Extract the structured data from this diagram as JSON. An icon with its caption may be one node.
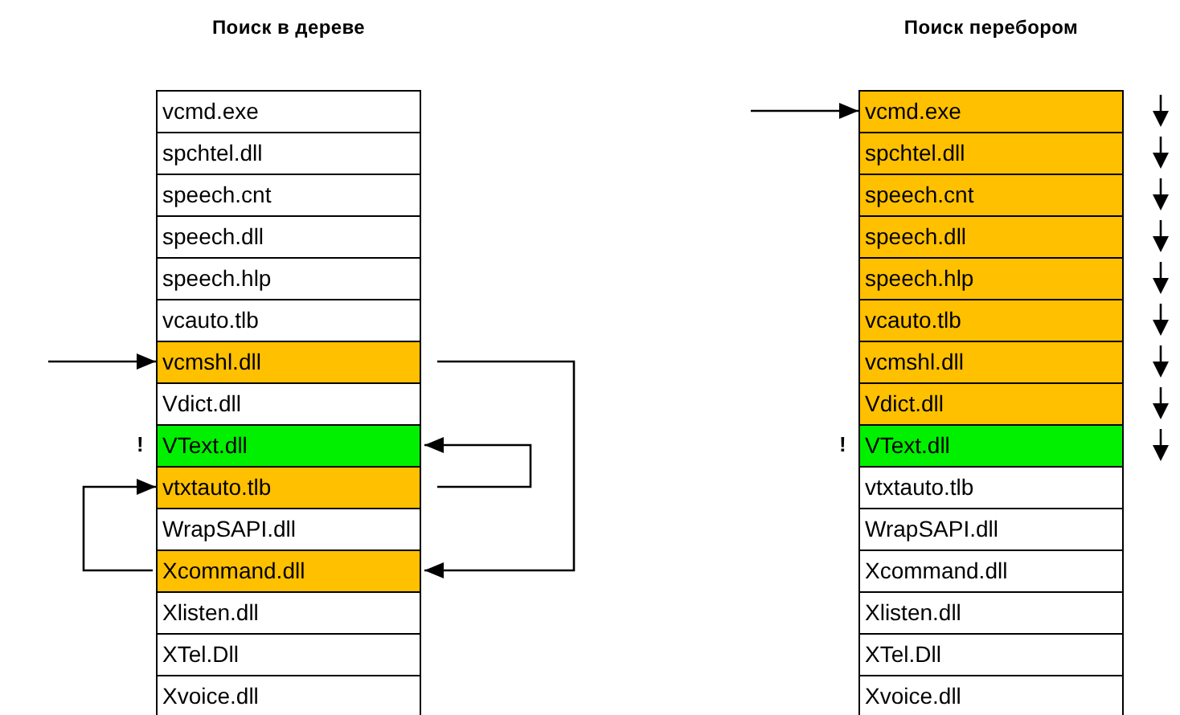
{
  "diagram": {
    "nodes": [
      {
        "text": [
          "Поиск в дереве"
        ]
      },
      {
        "text": [
          "vcmd.exe"
        ],
        "in": 0
      },
      {
        "text": [
          "spchtel.dll"
        ],
        "in": 0
      },
      {
        "text": [
          "speech.cnt"
        ],
        "in": 0
      },
      {
        "text": [
          "speech.dll"
        ],
        "in": 0
      },
      {
        "text": [
          "speech.hlp"
        ],
        "in": 0
      },
      {
        "text": [
          "vcauto.tlb"
        ],
        "in": 0
      },
      {
        "text": [
          "vcmshl.dll"
        ],
        "in": 0
      },
      {
        "text": [
          "Vdict.dll"
        ],
        "in": 0
      },
      {
        "text": [
          "VText.dll"
        ],
        "in": 0,
        "beside": [
          "!"
        ]
      },
      {
        "text": [
          "vtxtauto.tlb"
        ],
        "in": 0
      },
      {
        "text": [
          "WrapSAPI.dll"
        ],
        "in": 0
      },
      {
        "text": [
          "Xcommand.dll"
        ],
        "in": 0
      },
      {
        "text": [
          "Xlisten.dll"
        ],
        "in": 0
      },
      {
        "text": [
          "XTel.Dll"
        ],
        "in": 0
      },
      {
        "text": [
          "Xvoice.dll"
        ],
        "in": 0
      },
      {
        "text": [
          "Поиск перебором"
        ]
      },
      {
        "text": [
          "vcmd.exe"
        ],
        "in": 16
      },
      {
        "text": [
          "spchtel.dll"
        ],
        "in": 16
      },
      {
        "text": [
          "speech.cnt"
        ],
        "in": 16
      },
      {
        "text": [
          "speech.dll"
        ],
        "in": 16
      },
      {
        "text": [
          "speech.hlp"
        ],
        "in": 16
      },
      {
        "text": [
          "vcauto.tlb"
        ],
        "in": 16
      },
      {
        "text": [
          "vcmshl.dll"
        ],
        "in": 16
      },
      {
        "text": [
          "Vdict.dll"
        ],
        "in": 16
      },
      {
        "text": [
          "VText.dll"
        ],
        "in": 16,
        "beside": [
          "!"
        ]
      },
      {
        "text": [
          "vtxtauto.tlb"
        ],
        "in": 16
      },
      {
        "text": [
          "WrapSAPI.dll"
        ],
        "in": 16
      },
      {
        "text": [
          "Xcommand.dll"
        ],
        "in": 16
      },
      {
        "text": [
          "Xlisten.dll"
        ],
        "in": 16
      },
      {
        "text": [
          "XTel.Dll"
        ],
        "in": 16
      },
      {
        "text": [
          "Xvoice.dll"
        ],
        "in": 16
      }
    ],
    "edges": [
      {
        "from": null,
        "to": 7,
        "arrow": "to"
      },
      {
        "from": 7,
        "to": 12,
        "arrow": "to"
      },
      {
        "from": 12,
        "to": 10,
        "arrow": "to"
      },
      {
        "from": 10,
        "to": 9,
        "arrow": "to"
      },
      {
        "from": null,
        "to": 17,
        "arrow": "to"
      }
    ]
  }
}
